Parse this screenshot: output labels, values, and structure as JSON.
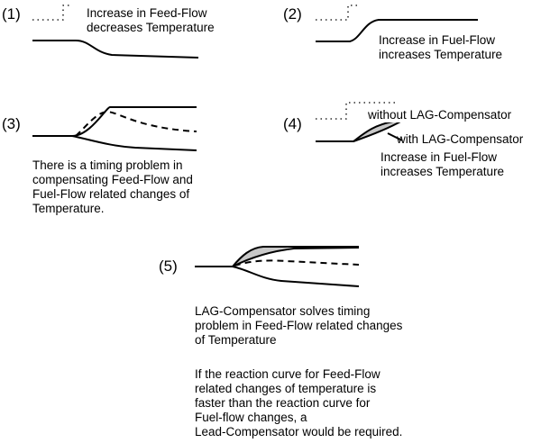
{
  "panels": [
    {
      "number": "(1)",
      "caption": "Increase in Feed-Flow\ndecreases Temperature"
    },
    {
      "number": "(2)",
      "caption": "Increase in Fuel-Flow\nincreases Temperature"
    },
    {
      "number": "(3)",
      "caption": "There is a timing problem in\ncompensating Feed-Flow and\nFuel-Flow related changes of\nTemperature."
    },
    {
      "number": "(4)",
      "label_without": "without LAG-Compensator",
      "label_with": "with LAG-Compensator",
      "caption": "Increase in Fuel-Flow\nincreases Temperature"
    },
    {
      "number": "(5)",
      "caption": "LAG-Compensator solves timing\nproblem in Feed-Flow related changes\nof Temperature"
    }
  ],
  "note": "If the reaction curve for Feed-Flow\nrelated changes of temperature is\nfaster than the reaction curve for\nFuel-flow changes, a\nLead-Compensator would be required."
}
